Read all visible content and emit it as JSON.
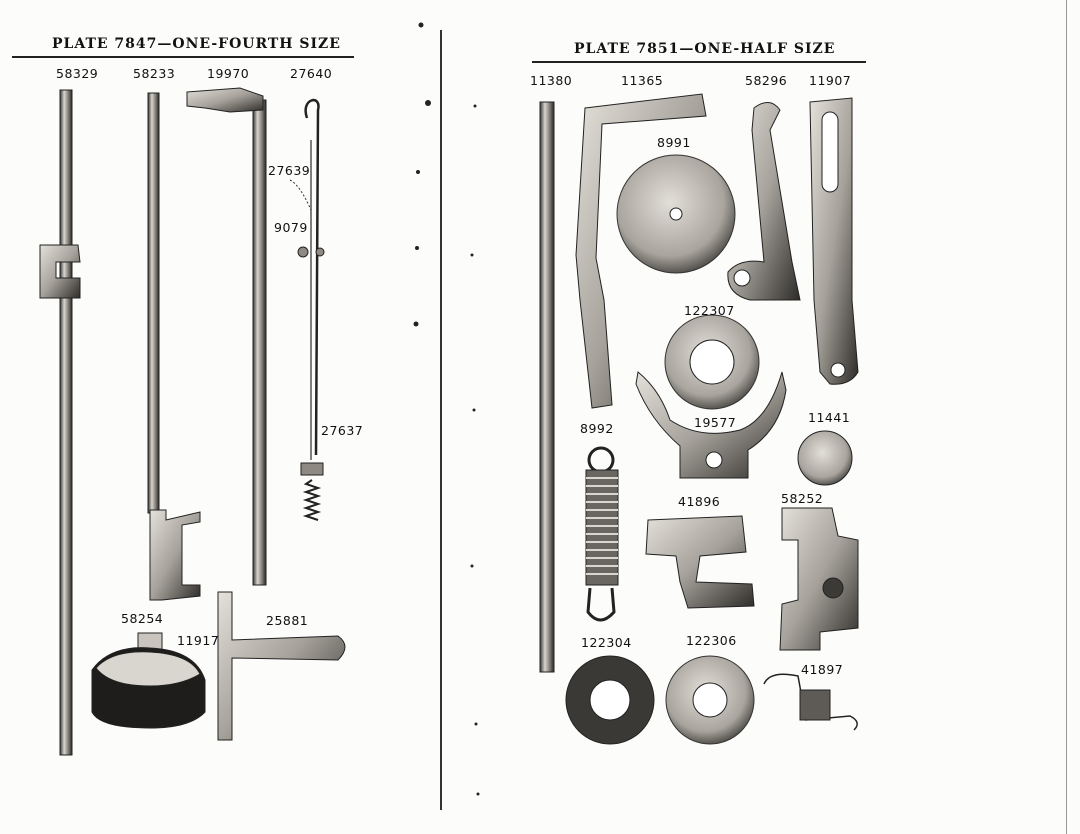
{
  "plates": {
    "left": {
      "title": "PLATE 7847—ONE-FOURTH SIZE",
      "parts": {
        "p58329": "58329",
        "p58233": "58233",
        "p19970": "19970",
        "p27640": "27640",
        "p27639": "27639",
        "p9079": "9079",
        "p27637": "27637",
        "p58254": "58254",
        "p11917": "11917",
        "p25881": "25881"
      }
    },
    "right": {
      "title": "PLATE 7851—ONE-HALF SIZE",
      "parts": {
        "p11380": "11380",
        "p11365": "11365",
        "p58296": "58296",
        "p11907": "11907",
        "p8991": "8991",
        "p122307": "122307",
        "p19577": "19577",
        "p11441": "11441",
        "p8992": "8992",
        "p41896": "41896",
        "p58252": "58252",
        "p122304": "122304",
        "p122306": "122306",
        "p41897": "41897"
      }
    }
  },
  "colors": {
    "ink": "#111111",
    "metal_light": "#d6d3cc",
    "metal_mid": "#9a968f",
    "metal_dark": "#2a2826"
  }
}
